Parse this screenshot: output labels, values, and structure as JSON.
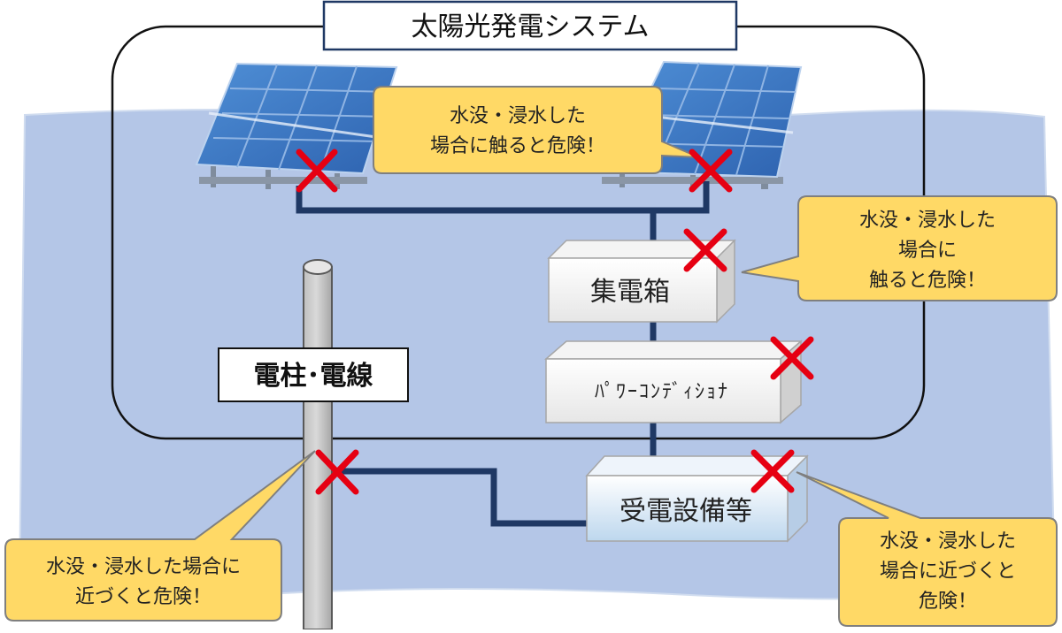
{
  "title": "太陽光発電システム",
  "components": {
    "junction_box": "集電箱",
    "power_conditioner": "ﾊﾟﾜｰｺﾝﾃﾞｨｼｮﾅ",
    "receiving_equipment": "受電設備等",
    "pole": "電柱･電線"
  },
  "callouts": {
    "panels": [
      "水没・浸水した",
      "場合に触ると危険！"
    ],
    "junction_box": [
      "水没・浸水した",
      "場合に",
      "触ると危険！"
    ],
    "pole": [
      "水没・浸水した場合に",
      "近づくと危険！"
    ],
    "receiving": [
      "水没・浸水した",
      "場合に近づくと",
      "危険！"
    ]
  },
  "colors": {
    "water": "#b4c6e7",
    "callout_fill": "#ffd966",
    "callout_stroke": "#7f7f7f",
    "wire": "#1f3864",
    "danger_mark": "#e60012",
    "panel": "#2e75b6"
  }
}
